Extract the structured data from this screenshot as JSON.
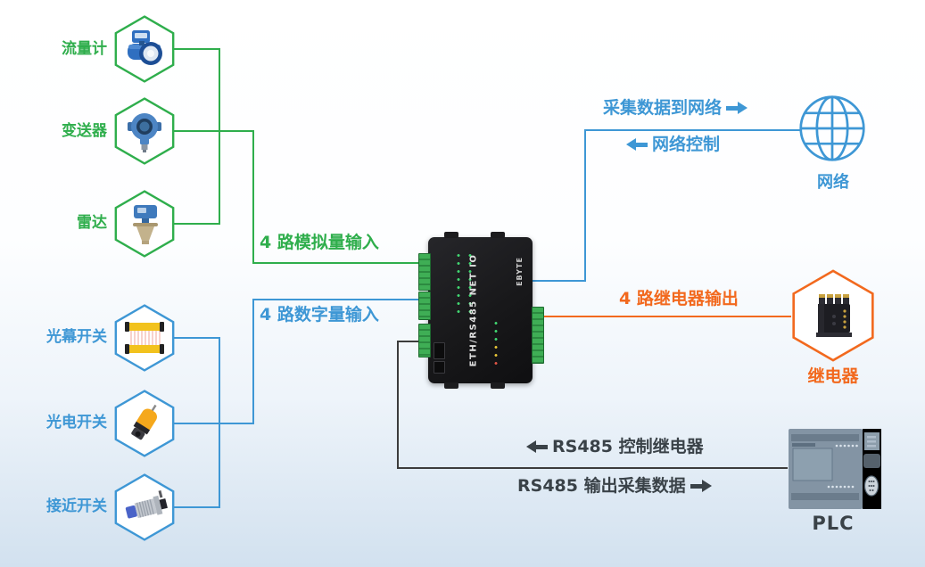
{
  "sensors": [
    {
      "label": "流量计",
      "icon": "flow-meter-icon"
    },
    {
      "label": "变送器",
      "icon": "transmitter-icon"
    },
    {
      "label": "雷达",
      "icon": "radar-icon"
    }
  ],
  "switches": [
    {
      "label": "光幕开关",
      "icon": "light-curtain-icon"
    },
    {
      "label": "光电开关",
      "icon": "photo-switch-icon"
    },
    {
      "label": "接近开关",
      "icon": "proximity-switch-icon"
    }
  ],
  "device": {
    "model": "ETH/RS485 NET IO",
    "brand": "EBYTE"
  },
  "labels": {
    "analog_input": "4 路模拟量输入",
    "digital_input": "4 路数字量输入",
    "relay_output": "4 路继电器输出",
    "collect_to_network": "采集数据到网络",
    "network_control": "网络控制",
    "rs485_control": "RS485 控制继电器",
    "rs485_output": "RS485 输出采集数据"
  },
  "nodes": {
    "network": "网络",
    "relay": "继电器",
    "plc": "PLC"
  },
  "colors": {
    "green": "#2fae4c",
    "blue": "#3e97d5",
    "orange": "#f2691e",
    "line_dark": "#3c3c3c"
  }
}
